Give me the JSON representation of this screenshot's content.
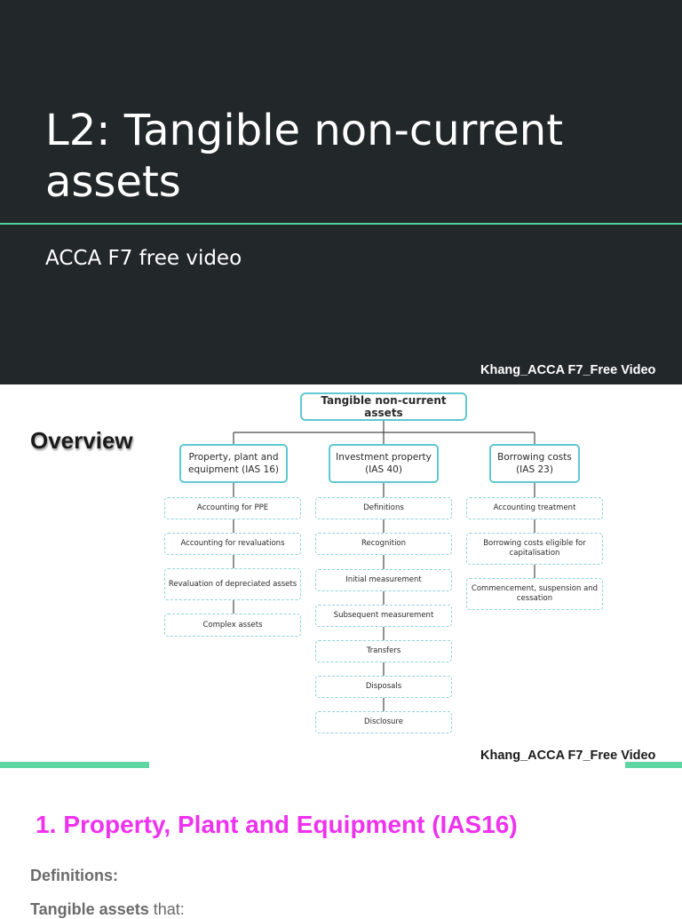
{
  "slide1": {
    "title": "L2: Tangible non-current assets",
    "subtitle": "ACCA F7 free video",
    "footer": "Khang_ACCA F7_Free Video"
  },
  "slide2": {
    "heading": "Overview",
    "diagram": {
      "root": "Tangible non-current assets",
      "columns": [
        {
          "title": "Property, plant and equipment (IAS 16)",
          "items": [
            "Accounting for PPE",
            "Accounting for revaluations",
            "Revaluation of depreciated assets",
            "Complex assets"
          ]
        },
        {
          "title": "Investment property (IAS 40)",
          "items": [
            "Definitions",
            "Recognition",
            "Initial measurement",
            "Subsequent measurement",
            "Transfers",
            "Disposals",
            "Disclosure"
          ]
        },
        {
          "title": "Borrowing costs (IAS 23)",
          "items": [
            "Accounting treatment",
            "Borrowing costs eligible for capitalisation",
            "Commencement, suspension and cessation"
          ]
        }
      ]
    },
    "footer": "Khang_ACCA F7_Free Video"
  },
  "slide3": {
    "heading_number": "1.",
    "heading": "Property, Plant and Equipment (IAS16)",
    "definitions_label": "Definitions:",
    "line_bold": "Tangible assets",
    "line_rest": " that:"
  },
  "colors": {
    "slide1_background": "#222729",
    "accent_green": "#4fd4a0",
    "diagram_border": "#5fc8d2",
    "heading_magenta": "#ee33ee"
  }
}
